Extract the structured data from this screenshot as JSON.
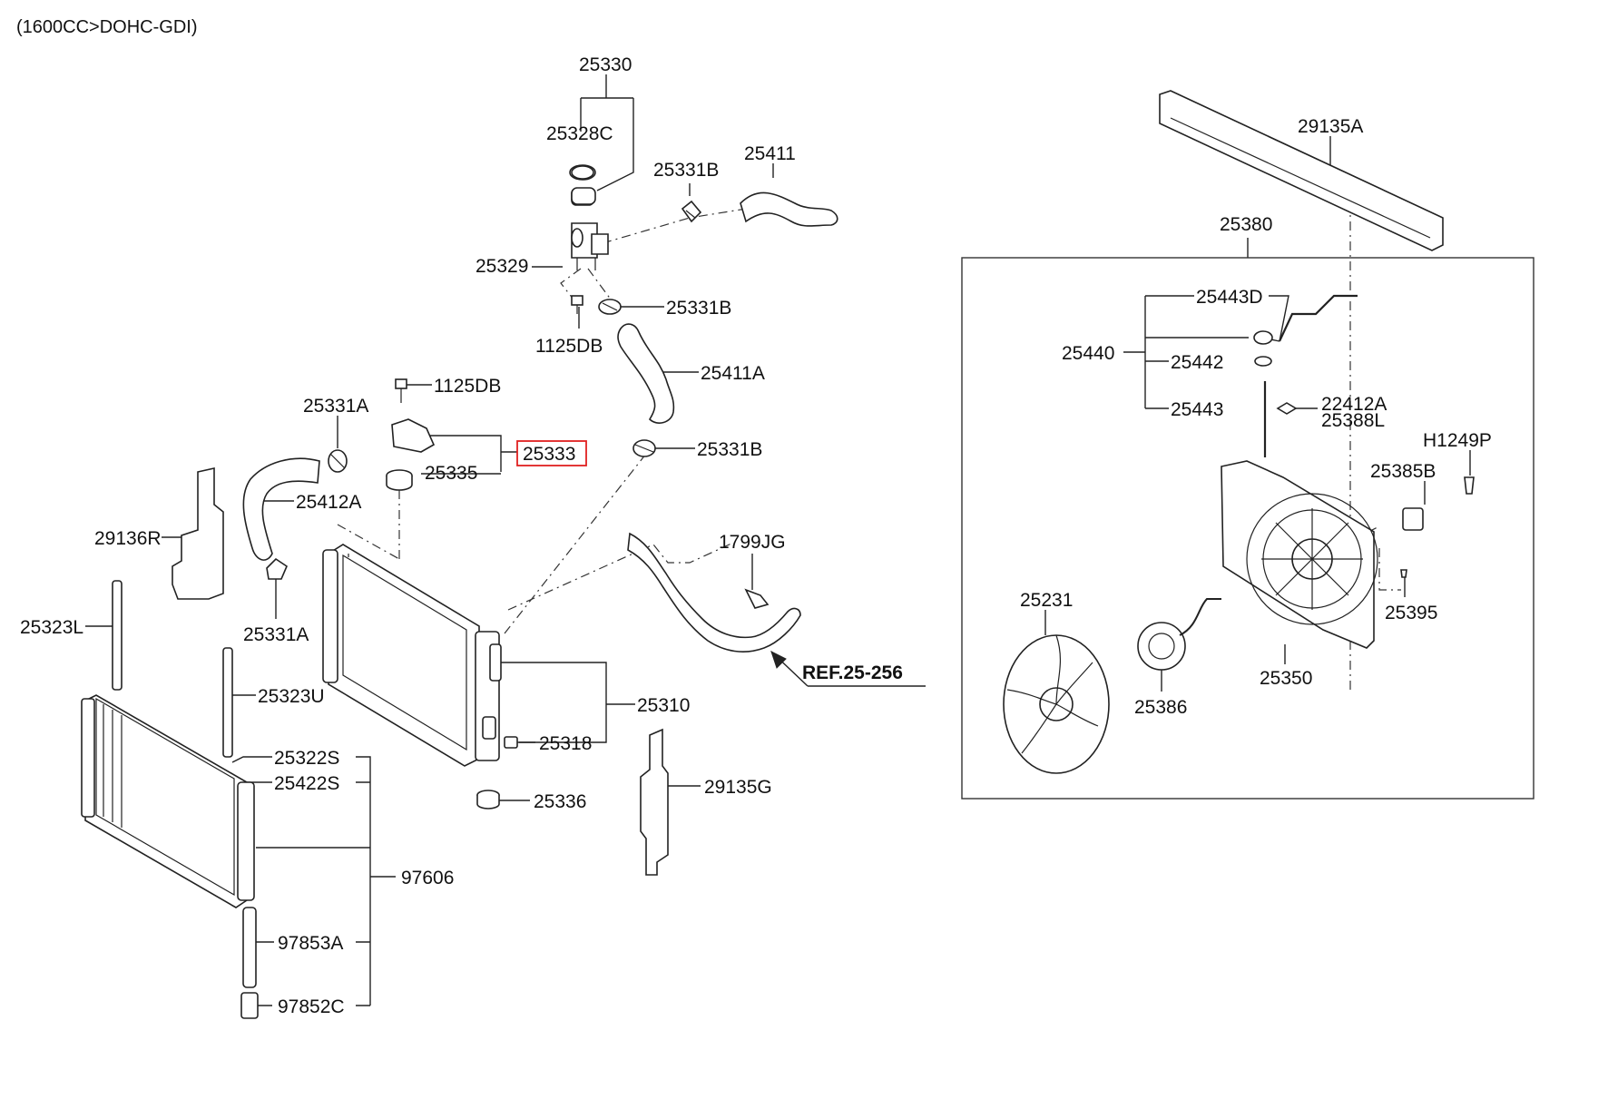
{
  "header": {
    "engine_label": "(1600CC>DOHC-GDI)"
  },
  "highlight_color": "#e02020",
  "reference": {
    "label": "REF.25-256"
  },
  "parts": {
    "p25330": "25330",
    "p25328C": "25328C",
    "p25411": "25411",
    "p25331B_top": "25331B",
    "p25329": "25329",
    "p25331B_mid": "25331B",
    "p1125DB_upper": "1125DB",
    "p25411A": "25411A",
    "p1125DB_lower": "1125DB",
    "p25331A_upper": "25331A",
    "p25333": "25333",
    "p25335": "25335",
    "p25331B_lower": "25331B",
    "p25412A": "25412A",
    "p29136R": "29136R",
    "p1799JG": "1799JG",
    "p25323L": "25323L",
    "p25331A_lower": "25331A",
    "p25310": "25310",
    "p25323U": "25323U",
    "p25318": "25318",
    "p25322S": "25322S",
    "p25422S": "25422S",
    "p25336": "25336",
    "p29135G": "29135G",
    "p97606": "97606",
    "p97853A": "97853A",
    "p97852C": "97852C",
    "p29135A": "29135A",
    "p25380": "25380",
    "p25443D": "25443D",
    "p25440": "25440",
    "p25442": "25442",
    "p22412A": "22412A",
    "p25443": "25443",
    "p25388L": "25388L",
    "pH1249P": "H1249P",
    "p25385B": "25385B",
    "p25231": "25231",
    "p25395": "25395",
    "p25350": "25350",
    "p25386": "25386"
  }
}
